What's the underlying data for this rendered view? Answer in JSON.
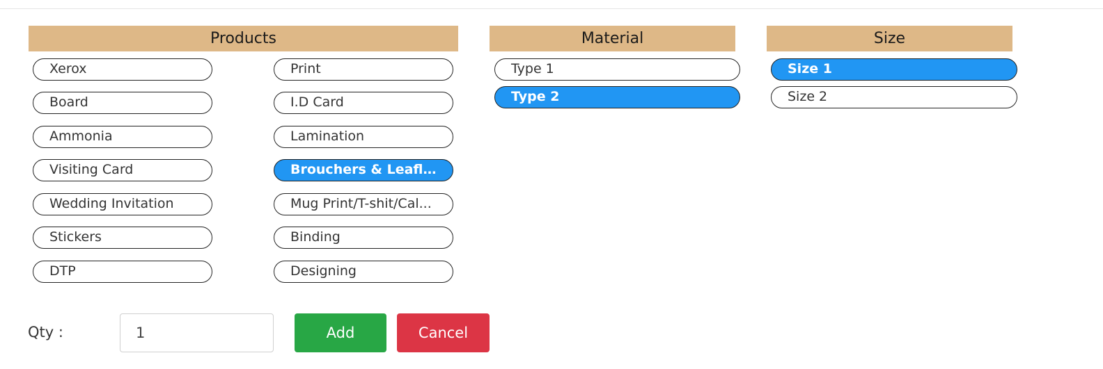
{
  "products": {
    "header": "Products",
    "items_left": [
      {
        "label": "Xerox",
        "selected": false
      },
      {
        "label": "Board",
        "selected": false
      },
      {
        "label": "Ammonia",
        "selected": false
      },
      {
        "label": "Visiting Card",
        "selected": false
      },
      {
        "label": "Wedding Invitation",
        "selected": false
      },
      {
        "label": "Stickers",
        "selected": false
      },
      {
        "label": "DTP",
        "selected": false
      }
    ],
    "items_right": [
      {
        "label": "Print",
        "selected": false
      },
      {
        "label": "I.D Card",
        "selected": false
      },
      {
        "label": "Lamination",
        "selected": false
      },
      {
        "label": "Brouchers & Leaflets",
        "selected": true
      },
      {
        "label": "Mug Print/T-shit/Cal...",
        "selected": false
      },
      {
        "label": "Binding",
        "selected": false
      },
      {
        "label": "Designing",
        "selected": false
      }
    ]
  },
  "material": {
    "header": "Material",
    "items": [
      {
        "label": "Type 1",
        "selected": false
      },
      {
        "label": "Type 2",
        "selected": true
      }
    ]
  },
  "size": {
    "header": "Size",
    "items": [
      {
        "label": "Size 1",
        "selected": true
      },
      {
        "label": "Size 2",
        "selected": false
      }
    ]
  },
  "qty": {
    "label": "Qty :",
    "value": "1"
  },
  "actions": {
    "add_label": "Add",
    "cancel_label": "Cancel"
  },
  "colors": {
    "header_bg": "#deb887",
    "selected_bg": "#2196f3",
    "add_bg": "#28a745",
    "cancel_bg": "#dc3545"
  }
}
